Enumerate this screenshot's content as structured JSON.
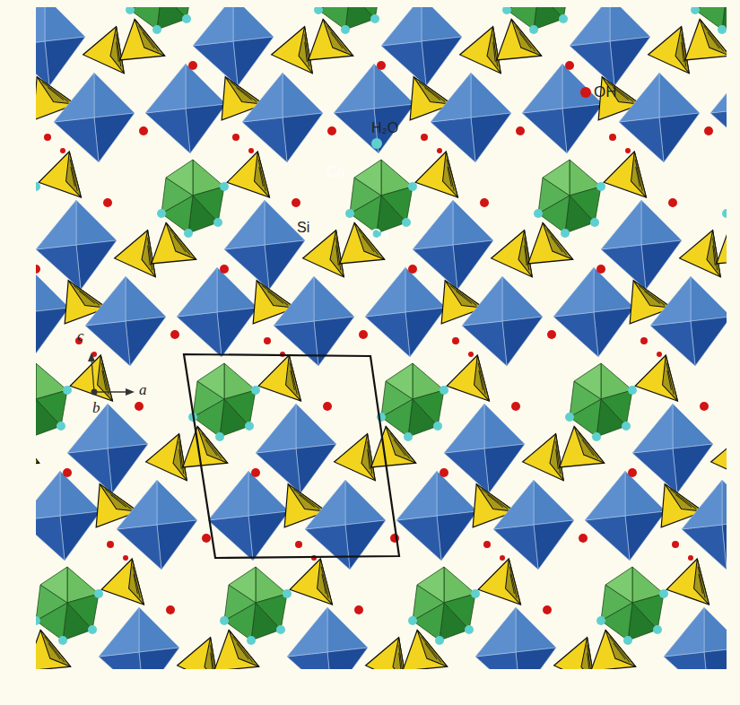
{
  "diagram": {
    "labels": [
      "OH",
      "H₂O",
      "Ca",
      "Si",
      "Ca",
      "c",
      "a",
      "b"
    ]
  }
}
